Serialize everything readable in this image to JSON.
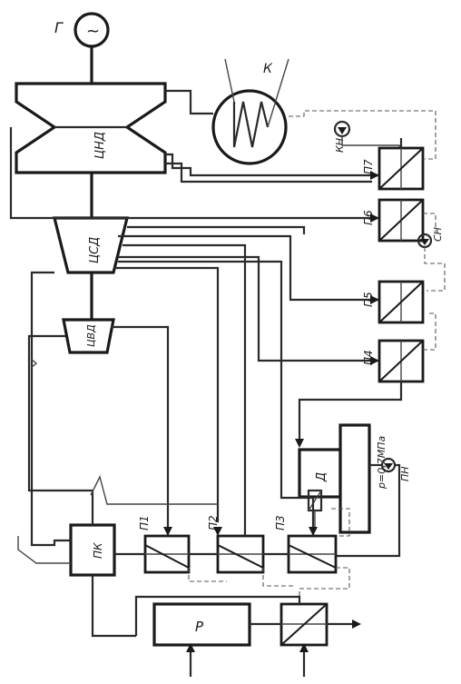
{
  "labels": {
    "generator": "Г",
    "generator_symbol": "~",
    "condenser": "К",
    "lp_cylinder": "ЦНД",
    "ip_cylinder": "ЦСД",
    "hp_cylinder": "ЦВД",
    "condensate_pump": "КН",
    "drain_pump": "СН",
    "feed_pump": "ПН",
    "deaerator": "Д",
    "deaerator_pressure": "р=0,7МПа",
    "reheater": "ПК",
    "boiler": "Р",
    "heater_p1": "П1",
    "heater_p2": "П2",
    "heater_p3": "П3",
    "heater_p4": "П4",
    "heater_p5": "П5",
    "heater_p6": "П6",
    "heater_p7": "П7"
  }
}
